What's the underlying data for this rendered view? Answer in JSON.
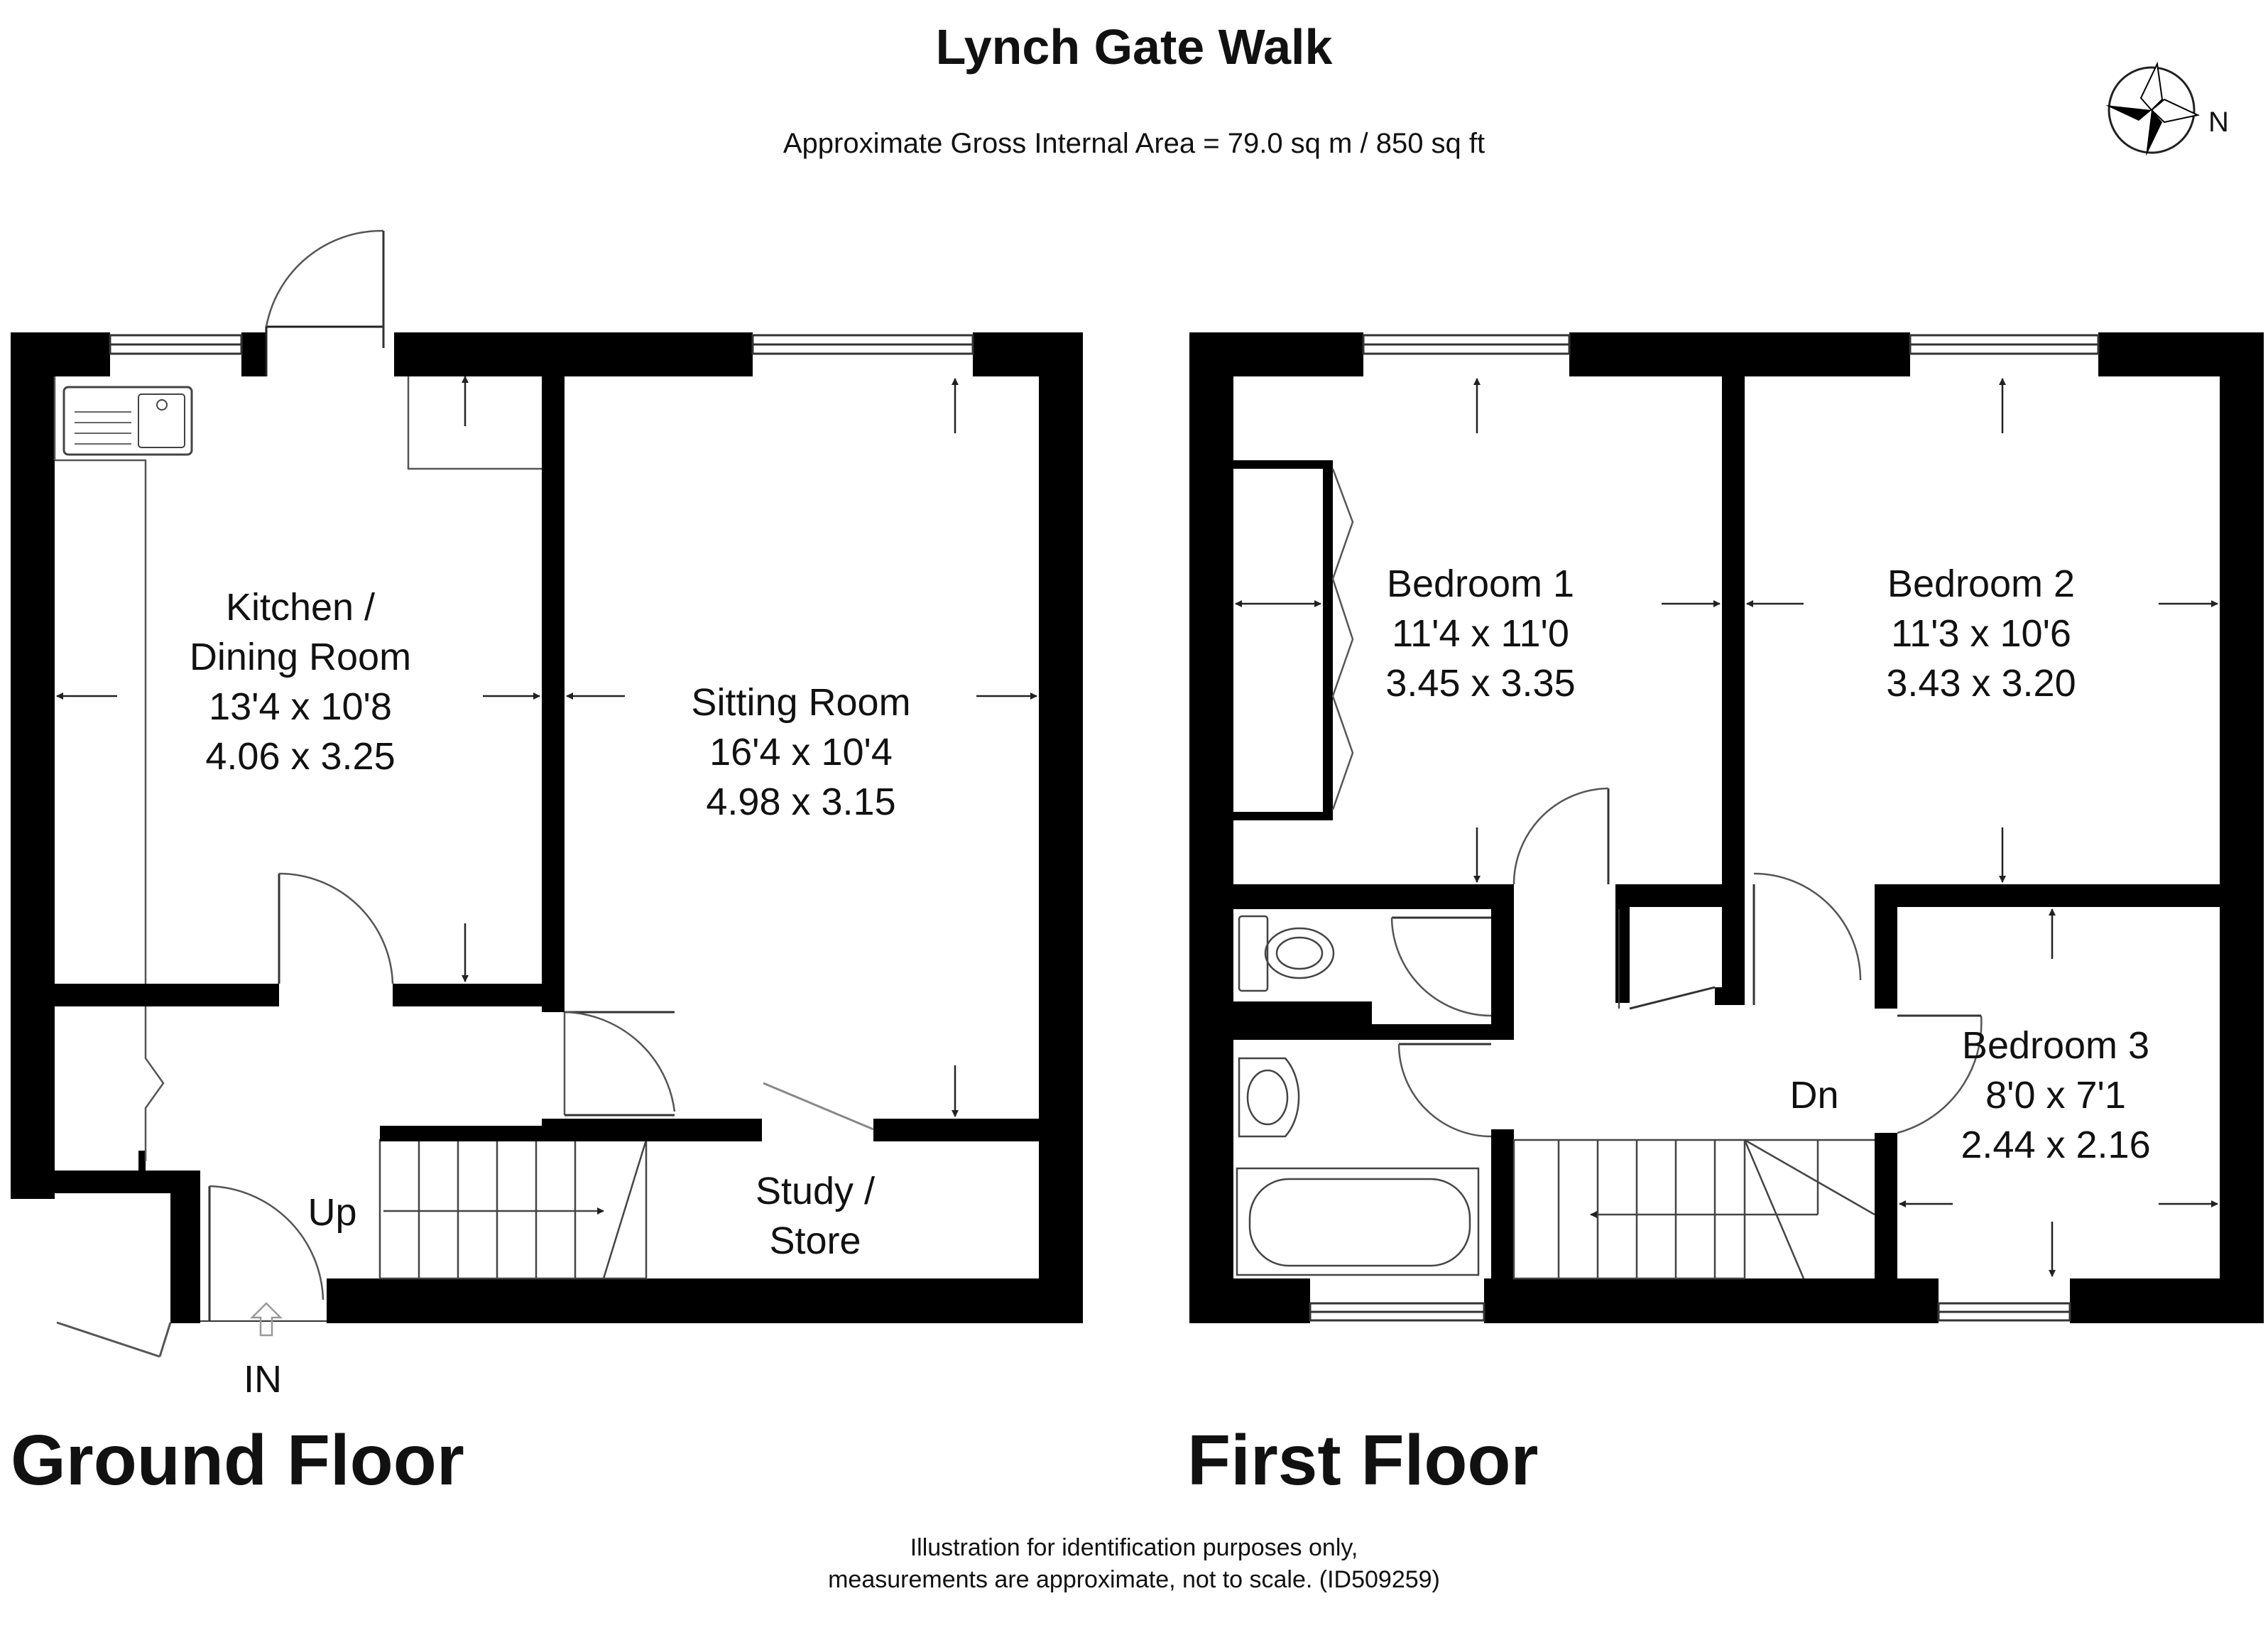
{
  "header": {
    "title": "Lynch Gate Walk",
    "area": "Approximate Gross Internal Area = 79.0 sq m / 850 sq ft",
    "compass_label": "N"
  },
  "ground_floor": {
    "label": "Ground Floor",
    "entrance_label": "IN",
    "stairs_label": "Up",
    "rooms": [
      {
        "name_lines": [
          "Kitchen /",
          "Dining Room"
        ],
        "imperial": "13'4 x 10'8",
        "metric": "4.06 x 3.25"
      },
      {
        "name_lines": [
          "Sitting Room"
        ],
        "imperial": "16'4 x 10'4",
        "metric": "4.98 x 3.15"
      },
      {
        "name_lines": [
          "Study /",
          "Store"
        ]
      }
    ]
  },
  "first_floor": {
    "label": "First Floor",
    "stairs_label": "Dn",
    "rooms": [
      {
        "name_lines": [
          "Bedroom 1"
        ],
        "imperial": "11'4 x 11'0",
        "metric": "3.45 x 3.35"
      },
      {
        "name_lines": [
          "Bedroom 2"
        ],
        "imperial": "11'3 x 10'6",
        "metric": "3.43 x 3.20"
      },
      {
        "name_lines": [
          "Bedroom 3"
        ],
        "imperial": "8'0 x 7'1",
        "metric": "2.44 x 2.16"
      }
    ]
  },
  "footer": {
    "line1": "Illustration for identification purposes only,",
    "line2": "measurements are approximate, not to scale. (ID509259)"
  },
  "colors": {
    "wall": "#000000",
    "background": "#ffffff",
    "fixture": "#555555"
  }
}
